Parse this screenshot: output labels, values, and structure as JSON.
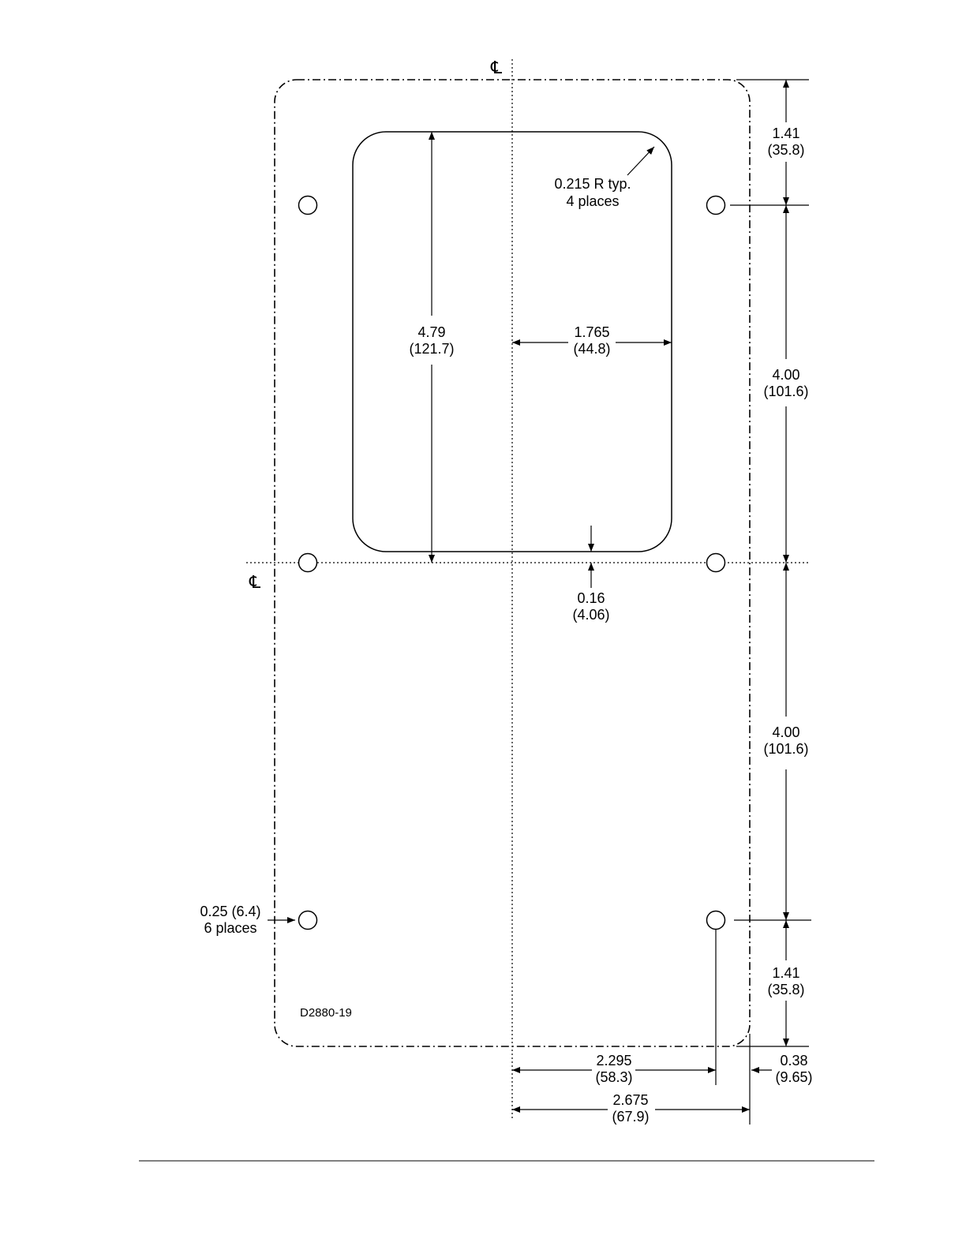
{
  "centerline_symbol": "℄",
  "figure_id": "D2880-19",
  "dimensions": {
    "top_margin": {
      "in": "1.41",
      "mm": "(35.8)"
    },
    "upper_hole_spacing": {
      "in": "4.00",
      "mm": "(101.6)"
    },
    "lower_hole_spacing": {
      "in": "4.00",
      "mm": "(101.6)"
    },
    "bottom_margin": {
      "in": "1.41",
      "mm": "(35.8)"
    },
    "cutout_height": {
      "in": "4.79",
      "mm": "(121.7)"
    },
    "cutout_half_width": {
      "in": "1.765",
      "mm": "(44.8)"
    },
    "cutout_offset": {
      "in": "0.16",
      "mm": "(4.06)"
    },
    "hole_offset_x": {
      "in": "2.295",
      "mm": "(58.3)"
    },
    "panel_half_width": {
      "in": "2.675",
      "mm": "(67.9)"
    },
    "edge_margin": {
      "in": "0.38",
      "mm": "(9.65)"
    }
  },
  "notes": {
    "corner_radius_line1": "0.215 R typ.",
    "corner_radius_line2": "4 places",
    "hole_line1": "0.25 (6.4)",
    "hole_line2": "6 places"
  }
}
